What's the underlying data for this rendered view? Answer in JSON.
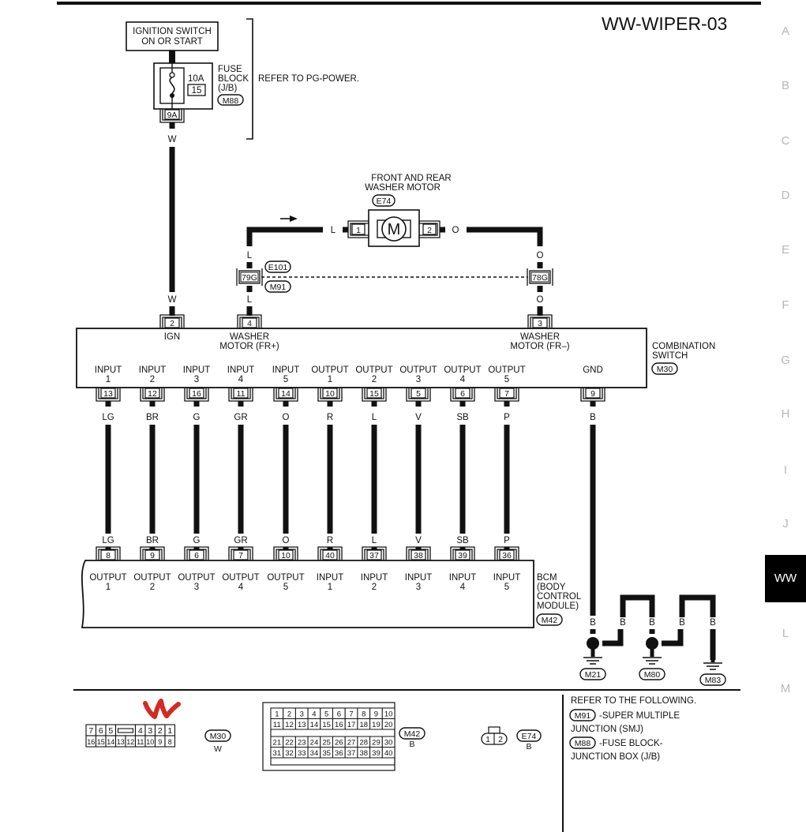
{
  "page": {
    "code": "WW-WIPER-03",
    "side_tabs": [
      "A",
      "B",
      "C",
      "D",
      "E",
      "F",
      "G",
      "H",
      "I",
      "J",
      "WW",
      "L",
      "M"
    ],
    "active_tab": "WW"
  },
  "diagram": {
    "ignition": {
      "line1": "IGNITION SWITCH",
      "line2": "ON OR START"
    },
    "fuse": {
      "rating": "10A",
      "number": "15",
      "label1": "FUSE",
      "label2": "BLOCK",
      "label3": "(J/B)",
      "connector": "M88",
      "terminal": "9A",
      "wire": "W"
    },
    "refer_power": "REFER TO PG-POWER.",
    "washer_motor": {
      "label1": "FRONT AND REAR",
      "label2": "WASHER MOTOR",
      "connector": "E74",
      "motor_symbol": "M",
      "pin1": "1",
      "pin2": "2",
      "wire_left": "L",
      "wire_right": "O"
    },
    "joint": {
      "left_terminal": "79G",
      "right_terminal": "78G",
      "conn_top": "E101",
      "conn_bottom": "M91",
      "wire_left": "L",
      "wire_right": "O"
    },
    "combination_switch": {
      "name1": "COMBINATION",
      "name2": "SWITCH",
      "connector": "M30",
      "top_pins": [
        {
          "pin": "2",
          "wire": "W",
          "label1": "IGN",
          "label2": ""
        },
        {
          "pin": "4",
          "wire": "L",
          "label1": "WASHER",
          "label2": "MOTOR (FR+)"
        },
        {
          "pin": "3",
          "wire": "O",
          "label1": "WASHER",
          "label2": "MOTOR (FR–)"
        }
      ],
      "bottom_pins": [
        {
          "l1": "INPUT",
          "l2": "1",
          "pin": "13",
          "wire": "LG"
        },
        {
          "l1": "INPUT",
          "l2": "2",
          "pin": "12",
          "wire": "BR"
        },
        {
          "l1": "INPUT",
          "l2": "3",
          "pin": "16",
          "wire": "G"
        },
        {
          "l1": "INPUT",
          "l2": "4",
          "pin": "11",
          "wire": "GR"
        },
        {
          "l1": "INPUT",
          "l2": "5",
          "pin": "14",
          "wire": "O"
        },
        {
          "l1": "OUTPUT",
          "l2": "1",
          "pin": "10",
          "wire": "R"
        },
        {
          "l1": "OUTPUT",
          "l2": "2",
          "pin": "15",
          "wire": "L"
        },
        {
          "l1": "OUTPUT",
          "l2": "3",
          "pin": "5",
          "wire": "V"
        },
        {
          "l1": "OUTPUT",
          "l2": "4",
          "pin": "6",
          "wire": "SB"
        },
        {
          "l1": "OUTPUT",
          "l2": "5",
          "pin": "7",
          "wire": "P"
        },
        {
          "l1": "GND",
          "l2": "",
          "pin": "9",
          "wire": "B"
        }
      ]
    },
    "bcm": {
      "name1": "BCM",
      "name2": "(BODY",
      "name3": "CONTROL",
      "name4": "MODULE)",
      "connector": "M42",
      "pins": [
        {
          "l1": "OUTPUT",
          "l2": "1",
          "pin": "8",
          "wire": "LG"
        },
        {
          "l1": "OUTPUT",
          "l2": "2",
          "pin": "9",
          "wire": "BR"
        },
        {
          "l1": "OUTPUT",
          "l2": "3",
          "pin": "6",
          "wire": "G"
        },
        {
          "l1": "OUTPUT",
          "l2": "4",
          "pin": "7",
          "wire": "GR"
        },
        {
          "l1": "OUTPUT",
          "l2": "5",
          "pin": "10",
          "wire": "O"
        },
        {
          "l1": "INPUT",
          "l2": "1",
          "pin": "40",
          "wire": "R"
        },
        {
          "l1": "INPUT",
          "l2": "2",
          "pin": "37",
          "wire": "L"
        },
        {
          "l1": "INPUT",
          "l2": "3",
          "pin": "38",
          "wire": "V"
        },
        {
          "l1": "INPUT",
          "l2": "4",
          "pin": "39",
          "wire": "SB"
        },
        {
          "l1": "INPUT",
          "l2": "5",
          "pin": "36",
          "wire": "P"
        }
      ]
    },
    "grounds": {
      "wire": "B",
      "points": [
        "M21",
        "M80",
        "M83"
      ]
    }
  },
  "connectors_legend": {
    "m30": {
      "id": "M30",
      "color": "W",
      "top_row": [
        "7",
        "6",
        "5",
        "",
        "4",
        "3",
        "2",
        "1"
      ],
      "bottom_row": [
        "16",
        "15",
        "14",
        "13",
        "12",
        "11",
        "10",
        "9",
        "8"
      ]
    },
    "m42": {
      "id": "M42",
      "color": "B",
      "rows": [
        [
          "1",
          "2",
          "3",
          "4",
          "5",
          "6",
          "7",
          "8",
          "9",
          "10"
        ],
        [
          "11",
          "12",
          "13",
          "14",
          "15",
          "16",
          "17",
          "18",
          "19",
          "20"
        ],
        [
          "21",
          "22",
          "23",
          "24",
          "25",
          "26",
          "27",
          "28",
          "29",
          "30"
        ],
        [
          "31",
          "32",
          "33",
          "34",
          "35",
          "36",
          "37",
          "38",
          "39",
          "40"
        ]
      ]
    },
    "e74": {
      "id": "E74",
      "color": "B",
      "pins": [
        "1",
        "2"
      ]
    },
    "refer": {
      "title": "REFER TO THE FOLLOWING.",
      "item1_conn": "M91",
      "item1_a": "-SUPER MULTIPLE",
      "item1_b": "JUNCTION (SMJ)",
      "item2_conn": "M88",
      "item2_a": "-FUSE BLOCK-",
      "item2_b": "JUNCTION BOX (J/B)"
    }
  },
  "annotation": {
    "mark_color": "#d42a24"
  }
}
